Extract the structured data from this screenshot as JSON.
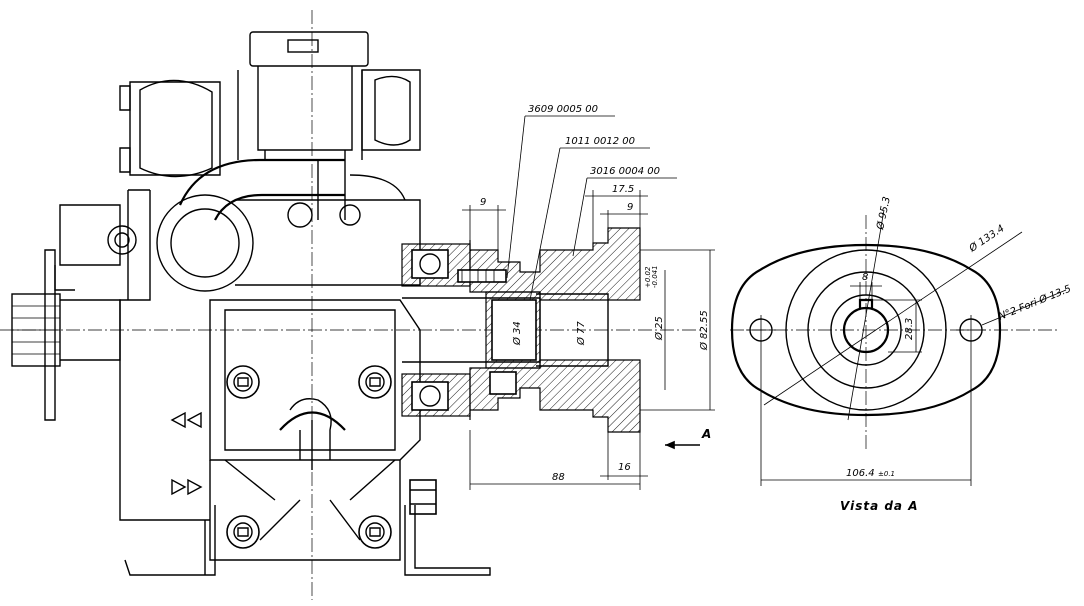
{
  "part_labels": {
    "p1": "3609 0005 00",
    "p2": "1011 0012 00",
    "p3": "3016 0004 00"
  },
  "dims": {
    "d9a": "9",
    "d17_5": "17.5",
    "d9b": "9",
    "d88": "88",
    "d16": "16",
    "phi34": "Ø 34",
    "phi77": "Ø 77",
    "phi25": "Ø 25",
    "phi25_tol_up": "+0.02",
    "phi25_tol_dn": "-0.041",
    "phi82": "Ø 82.55",
    "phi95": "Ø 95.3",
    "phi133": "Ø 133.4",
    "key8": "8",
    "d28": "28.3",
    "holes": "N°2 Fori Ø 13.5",
    "d106": "106.4",
    "d106_tol": "±0.1"
  },
  "view_arrow_label": "A",
  "view_title": "Vista da A"
}
